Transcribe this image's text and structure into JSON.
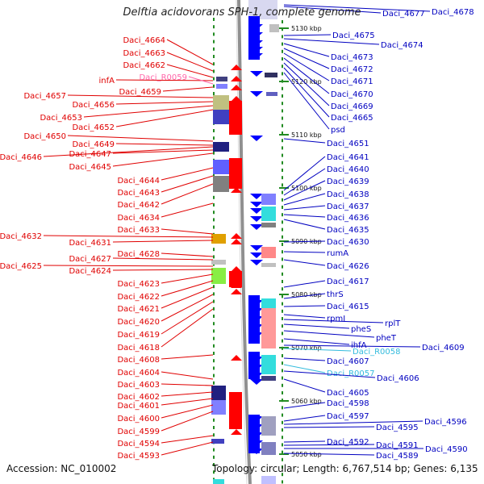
{
  "title": "Delftia acidovorans SPH-1, complete genome",
  "accession": "Accession: NC_010002",
  "topology": "Topology: circular; Length: 6,767,514 bp; Genes: 6,135",
  "colors": {
    "left_label": "#e00000",
    "right_label": "#0000c0",
    "trna_left": "#ff66aa",
    "trna_right": "#33bbdd",
    "strand_left": "#ff0000",
    "strand_right": "#0000ff",
    "axis_green": "#228B22",
    "backbone": "#909090"
  },
  "kbp_marks": [
    "5130 kbp",
    "5120 kbp",
    "5110 kbp",
    "5100 kbp",
    "5090 kbp",
    "5080 kbp",
    "5070 kbp",
    "5060 kbp",
    "5050 kbp"
  ],
  "left_labels": [
    "Daci_4664",
    "Daci_4663",
    "Daci_4662",
    "infA",
    "Daci_R0059",
    "Daci_4659",
    "Daci_4657",
    "Daci_4656",
    "Daci_4653",
    "Daci_4652",
    "Daci_4650",
    "Daci_4649",
    "Daci_4646",
    "Daci_4647",
    "Daci_4645",
    "Daci_4644",
    "Daci_4643",
    "Daci_4642",
    "Daci_4634",
    "Daci_4633",
    "Daci_4632",
    "Daci_4631",
    "Daci_4628",
    "Daci_4627",
    "Daci_4625",
    "Daci_4624",
    "Daci_4623",
    "Daci_4622",
    "Daci_4621",
    "Daci_4620",
    "Daci_4619",
    "Daci_4618",
    "Daci_4608",
    "Daci_4604",
    "Daci_4603",
    "Daci_4602",
    "Daci_4601",
    "Daci_4600",
    "Daci_4599",
    "Daci_4594",
    "Daci_4593"
  ],
  "right_labels": [
    "Daci_4677",
    "Daci_4678",
    "Daci_4675",
    "Daci_4674",
    "Daci_4673",
    "Daci_4672",
    "Daci_4671",
    "Daci_4670",
    "Daci_4669",
    "Daci_4665",
    "psd",
    "Daci_4651",
    "Daci_4641",
    "Daci_4640",
    "Daci_4639",
    "Daci_4638",
    "Daci_4637",
    "Daci_4636",
    "Daci_4635",
    "Daci_4630",
    "rumA",
    "Daci_4626",
    "Daci_4617",
    "thrS",
    "Daci_4615",
    "rpmI",
    "rplT",
    "pheS",
    "pheT",
    "ihfA",
    "Daci_4609",
    "Daci_R0058",
    "Daci_4607",
    "Daci_R0057",
    "Daci_4606",
    "Daci_4605",
    "Daci_4598",
    "Daci_4597",
    "Daci_4596",
    "Daci_4595",
    "Daci_4592",
    "Daci_4591",
    "Daci_4590",
    "Daci_4589"
  ]
}
